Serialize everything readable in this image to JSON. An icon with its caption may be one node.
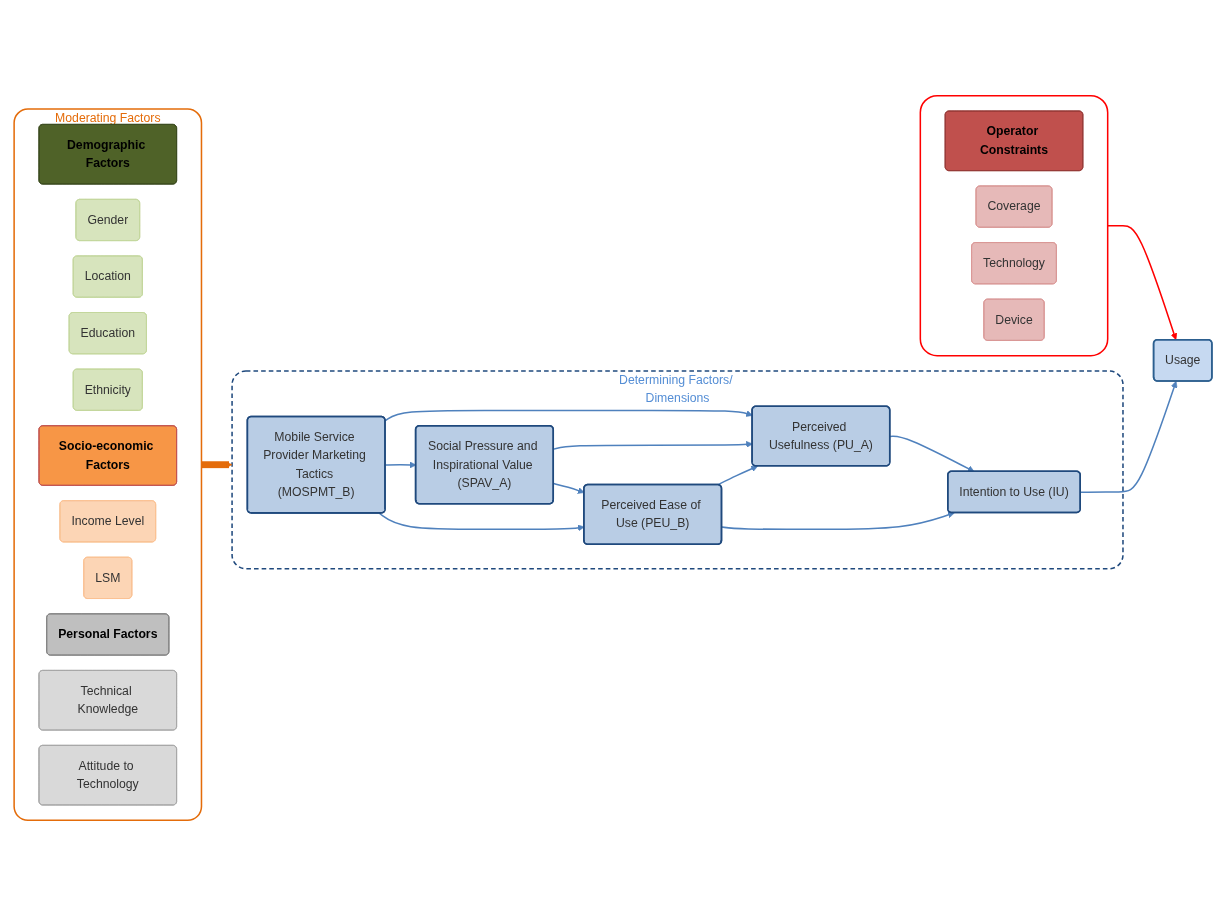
{
  "diagram": {
    "nodes": [
      {
        "text": [
          "Determining Factors/ Dimensions"
        ]
      },
      {
        "text": [
          "Mobile Service Provider Marketing Tactics (MOSPMT_B)"
        ],
        "in": 0
      },
      {
        "text": [
          "Social Pressure and Inspirational Value (SPAV_A)"
        ],
        "in": 0
      },
      {
        "text": [
          "Perceived Usefulness (PU_A)"
        ],
        "in": 0
      },
      {
        "text": [
          "Perceived Ease of Use (PEU_B)"
        ],
        "in": 0
      },
      {
        "text": [
          "Intention to Use (IU)"
        ],
        "in": 0
      },
      {
        "text": [
          "Usage"
        ]
      },
      {
        "text": [
          "Moderating Factors"
        ]
      },
      {
        "text": [
          "Demographic Factors"
        ],
        "in": 7
      },
      {
        "text": [
          "Gender"
        ],
        "in": 7
      },
      {
        "text": [
          "Location"
        ],
        "in": 7
      },
      {
        "text": [
          "Education"
        ],
        "in": 7
      },
      {
        "text": [
          "Ethnicity"
        ],
        "in": 7
      },
      {
        "text": [
          "Socio-economic Factors"
        ],
        "in": 7
      },
      {
        "text": [
          "Income Level"
        ],
        "in": 7
      },
      {
        "text": [
          "LSM"
        ],
        "in": 7
      },
      {
        "text": [
          "Personal Factors"
        ],
        "in": 7
      },
      {
        "text": [
          "Technical Knowledge"
        ],
        "in": 7
      },
      {
        "text": [
          "Attitude to Technology"
        ],
        "in": 7
      },
      {
        "text": [],
        "shape": "box"
      },
      {
        "text": [
          "Operator Constraints"
        ],
        "in": 19
      },
      {
        "text": [
          "Coverage"
        ],
        "in": 19
      },
      {
        "text": [
          "Technology"
        ],
        "in": 19
      },
      {
        "text": [
          "Device"
        ],
        "in": 19
      }
    ],
    "edges": [
      {
        "from": 1,
        "to": 3,
        "arrow": "to"
      },
      {
        "from": 1,
        "to": 2,
        "arrow": "to"
      },
      {
        "from": 1,
        "to": 4,
        "arrow": "to"
      },
      {
        "from": 2,
        "to": 3,
        "arrow": "to"
      },
      {
        "from": 2,
        "to": 4,
        "arrow": "to"
      },
      {
        "from": 4,
        "to": 3,
        "arrow": "to"
      },
      {
        "from": 3,
        "to": 5,
        "arrow": "to"
      },
      {
        "from": 4,
        "to": 5,
        "arrow": "to"
      },
      {
        "from": 5,
        "to": 6,
        "arrow": "to"
      },
      {
        "from": 7,
        "to": 0,
        "arrow": "to",
        "style": "thick",
        "color": "#e46c0a"
      },
      {
        "from": 19,
        "to": 6,
        "arrow": "to",
        "color": "#ff0000"
      }
    ]
  }
}
